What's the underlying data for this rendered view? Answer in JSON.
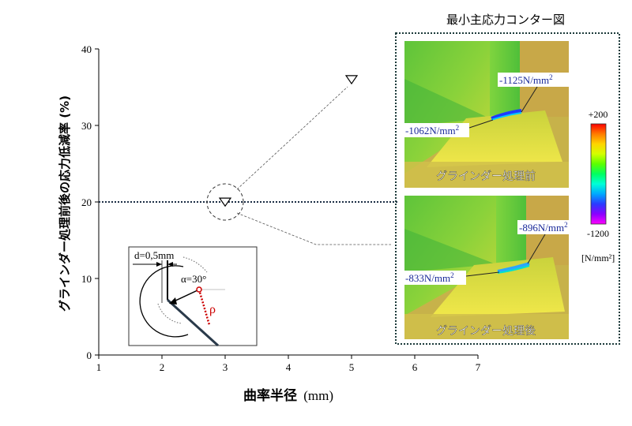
{
  "chart_data": {
    "type": "scatter",
    "xlabel_jp": "曲率半径",
    "xlabel_unit": "(mm)",
    "ylabel": "グラインダー処理前後の応力低減率 (%)",
    "xlim": [
      1,
      7
    ],
    "ylim": [
      0,
      40
    ],
    "xticks": [
      "1",
      "2",
      "3",
      "4",
      "5",
      "6",
      "7"
    ],
    "yticks": [
      "0",
      "10",
      "20",
      "30",
      "40"
    ],
    "points": [
      {
        "x": 3,
        "y": 20,
        "marker": "triangle-down-open"
      },
      {
        "x": 5,
        "y": 36,
        "marker": "triangle-down-open"
      }
    ],
    "reference_line_y": 20,
    "highlight": {
      "x": 3,
      "y": 20
    }
  },
  "inset_diagram": {
    "d_label": "d=0,5mm",
    "alpha_label": "α=30°",
    "rho_label": "ρ"
  },
  "contour": {
    "title": "最小主応力コンター図",
    "before": {
      "caption": "グラインダー処理前",
      "label_top": "-1125N/mm",
      "label_left": "-1062N/mm",
      "sup": "2"
    },
    "after": {
      "caption": "グラインダー処理後",
      "label_top": "-896N/mm",
      "label_left": "-833N/mm",
      "sup": "2"
    },
    "colorbar": {
      "max_label": "+200",
      "min_label": "-1200",
      "unit_label": "[N/mm²]",
      "colors": [
        "#ff0000",
        "#ff7a00",
        "#ffd400",
        "#d4ff00",
        "#5cff00",
        "#00ff60",
        "#00ffd8",
        "#00a8ff",
        "#2a3bff",
        "#8a00ff",
        "#ff00ff"
      ]
    }
  }
}
